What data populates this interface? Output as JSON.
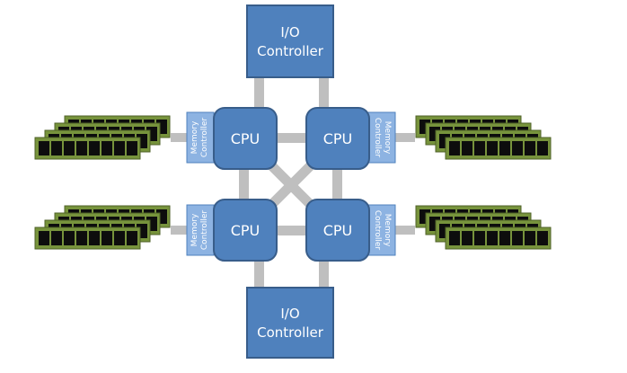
{
  "io_controllers": [
    {
      "id": "top",
      "label_line1": "I/O",
      "label_line2": "Controller"
    },
    {
      "id": "bottom",
      "label_line1": "I/O",
      "label_line2": "Controller"
    }
  ],
  "cpus": [
    {
      "id": "top-left",
      "label": "CPU"
    },
    {
      "id": "top-right",
      "label": "CPU"
    },
    {
      "id": "bottom-left",
      "label": "CPU"
    },
    {
      "id": "bottom-right",
      "label": "CPU"
    }
  ],
  "memory_controllers": [
    {
      "id": "top-left",
      "label_line1": "Memory",
      "label_line2": "Controller"
    },
    {
      "id": "top-right",
      "label_line1": "Memory",
      "label_line2": "Controller"
    },
    {
      "id": "bottom-left",
      "label_line1": "Memory",
      "label_line2": "Controller"
    },
    {
      "id": "bottom-right",
      "label_line1": "Memory",
      "label_line2": "Controller"
    }
  ],
  "colors": {
    "box_fill": "#4f81bd",
    "box_stroke": "#385d8a",
    "memctrl_fill": "#8db3e2",
    "link": "#bfbfbf",
    "dimm_fill": "#77933c",
    "dimm_stroke": "#4f6228",
    "chip": "#0d0d0d"
  }
}
